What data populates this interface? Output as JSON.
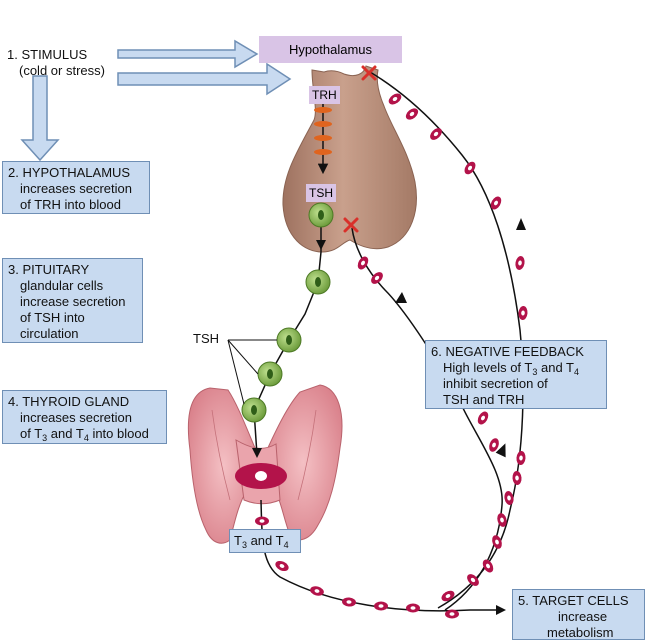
{
  "labels": {
    "hypothalamus": "Hypothalamus",
    "trh": "TRH",
    "tsh_pituitary": "TSH",
    "tsh_side": "TSH",
    "t3t4_pre": "T",
    "t3t4_sub1": "3",
    "t3t4_mid": " and T",
    "t3t4_sub2": "4"
  },
  "steps": {
    "s1": {
      "line1": "1. STIMULUS",
      "line2": "(cold or stress)"
    },
    "s2": {
      "line1": "2. HYPOTHALAMUS",
      "line2": "increases secretion",
      "line3": "of TRH into blood"
    },
    "s3": {
      "line1": "3. PITUITARY",
      "line2": "glandular cells",
      "line3": "increase secretion",
      "line4": "of TSH into",
      "line5": "circulation"
    },
    "s4": {
      "line1": "4. THYROID GLAND",
      "line2": "increases secretion",
      "line3_pre": "of T",
      "line3_sub1": "3",
      "line3_mid": " and T",
      "line3_sub2": "4",
      "line3_post": " into blood"
    },
    "s5": {
      "line1": "5. TARGET CELLS",
      "line2": "increase",
      "line3": "metabolism"
    },
    "s6": {
      "line1": "6. NEGATIVE FEEDBACK",
      "line2_pre": "High levels of T",
      "line2_sub1": "3",
      "line2_mid": " and T",
      "line2_sub2": "4",
      "line3": "inhibit secretion of",
      "line4": "TSH and TRH"
    }
  },
  "colors": {
    "box_fill": "#c8daf0",
    "box_border": "#6f8fb5",
    "hypothalamus_fill": "#d9c4e6",
    "pituitary_fill": "#b98d78",
    "thyroid_fill": "#e69aa2",
    "tsh_cell": "#8fbf5a",
    "hormone_dot": "#b3134a",
    "inhibit_x": "#d9302a"
  }
}
